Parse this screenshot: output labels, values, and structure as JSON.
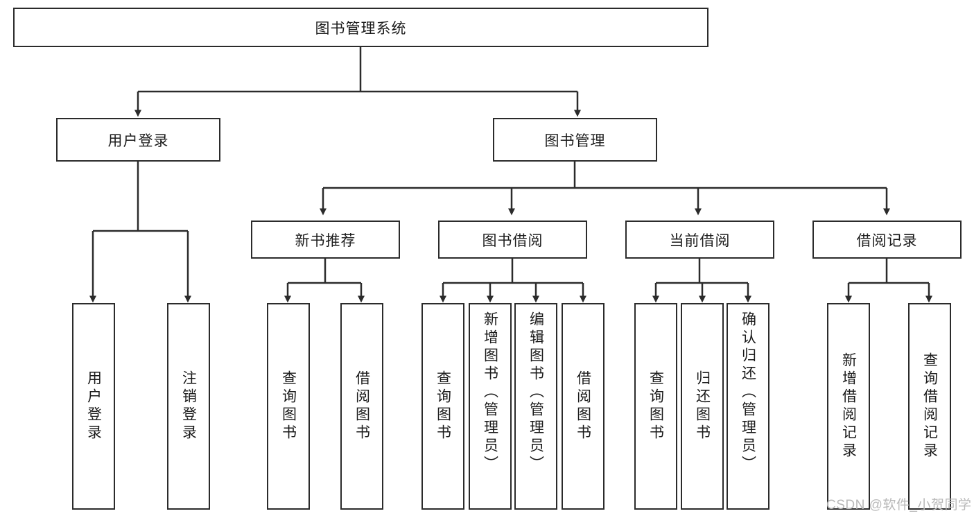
{
  "diagram": {
    "type": "tree",
    "title": "图书管理系统",
    "root": {
      "label": "图书管理系统"
    },
    "level2": [
      {
        "label": "用户登录"
      },
      {
        "label": "图书管理"
      }
    ],
    "level3": [
      {
        "label": "新书推荐",
        "parent": "图书管理"
      },
      {
        "label": "图书借阅",
        "parent": "图书管理"
      },
      {
        "label": "当前借阅",
        "parent": "图书管理"
      },
      {
        "label": "借阅记录",
        "parent": "图书管理"
      }
    ],
    "leaves": {
      "user_login": [
        {
          "label": "用户登录"
        },
        {
          "label": "注销登录"
        }
      ],
      "new_book_recommend": [
        {
          "label": "查询图书"
        },
        {
          "label": "借阅图书"
        }
      ],
      "book_borrow": [
        {
          "label": "查询图书"
        },
        {
          "label": "新增图书（管理员）"
        },
        {
          "label": "编辑图书（管理员）"
        },
        {
          "label": "借阅图书"
        }
      ],
      "current_borrow": [
        {
          "label": "查询图书"
        },
        {
          "label": "归还图书"
        },
        {
          "label": "确认归还（管理员）"
        }
      ],
      "borrow_record": [
        {
          "label": "新增借阅记录"
        },
        {
          "label": "查询借阅记录"
        }
      ]
    }
  },
  "watermark": {
    "text": "CSDN @软件_小贺同学"
  },
  "colors": {
    "stroke": "#2b2b2b",
    "fill": "#ffffff",
    "text": "#1b1b1b",
    "watermark": "#b9b9b9"
  }
}
